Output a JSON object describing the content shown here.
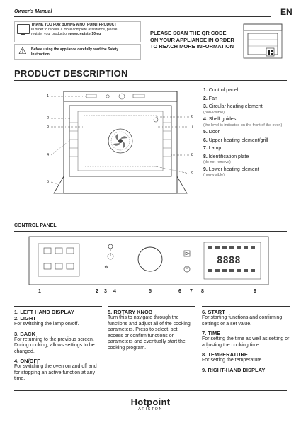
{
  "header": {
    "title": "Owner's Manual",
    "lang": "EN"
  },
  "thanks": {
    "heading": "THANK YOU FOR BUYING A HOTPOINT PRODUCT",
    "line1": "In order to receive a more complete assistance, please",
    "line2_prefix": "register your product on ",
    "url": "www.register10.eu"
  },
  "warning": {
    "text": "Before using the appliance carefully read the Safety Instruction."
  },
  "qr": {
    "text": "PLEASE SCAN THE QR CODE ON YOUR APPLIANCE IN ORDER TO REACH MORE INFORMATION"
  },
  "section": {
    "title": "PRODUCT DESCRIPTION",
    "panel_title": "CONTROL PANEL"
  },
  "diagram": {
    "left_labels": [
      "1",
      "2",
      "3",
      "4",
      "5"
    ],
    "right_labels": [
      "6",
      "7",
      "8",
      "9"
    ]
  },
  "description": [
    {
      "num": "1.",
      "label": "Control panel",
      "sub": ""
    },
    {
      "num": "2.",
      "label": "Fan",
      "sub": ""
    },
    {
      "num": "3.",
      "label": "Circular heating element",
      "sub": "(non-visible)"
    },
    {
      "num": "4.",
      "label": "Shelf guides",
      "sub": "(the level is indicated on the front of the oven)"
    },
    {
      "num": "5.",
      "label": "Door",
      "sub": ""
    },
    {
      "num": "6.",
      "label": "Upper heating element/grill",
      "sub": ""
    },
    {
      "num": "7.",
      "label": "Lamp",
      "sub": ""
    },
    {
      "num": "8.",
      "label": "Identification plate",
      "sub": "(do not remove)"
    },
    {
      "num": "9.",
      "label": "Lower heating element",
      "sub": "(non-visible)"
    }
  ],
  "panel": {
    "display": "8888",
    "numbers": [
      "1",
      "2",
      "3",
      "4",
      "5",
      "6",
      "7",
      "8",
      "9"
    ]
  },
  "columns": {
    "col1": [
      {
        "h": "1. LEFT HAND DISPLAY",
        "p": ""
      },
      {
        "h": "2. LIGHT",
        "p": "For switching the lamp on/off."
      },
      {
        "h": "3. BACK",
        "p": "For returning to the previous screen. During cooking, allows settings to be changed."
      },
      {
        "h": "4. ON/OFF",
        "p": "For switching the oven on and off and for stopping an active function at any time."
      }
    ],
    "col2": [
      {
        "h": "5. ROTARY KNOB",
        "p": "Turn this to navigate through the functions and adjust all of the cooking parameters. Press to select, set, access or confirm functions or parameters and eventually start the cooking program."
      }
    ],
    "col3": [
      {
        "h": "6. START",
        "p": "For starting functions and confirming settings or a set value."
      },
      {
        "h": "7. TIME",
        "p": "For setting the time as well as setting or adjusting the cooking time."
      },
      {
        "h": "8. TEMPERATURE",
        "p": "For setting the temperature."
      },
      {
        "h": "9. RIGHT-HAND DISPLAY",
        "p": ""
      }
    ]
  },
  "brand": {
    "name": "Hotpoint",
    "sub": "ARISTON"
  }
}
